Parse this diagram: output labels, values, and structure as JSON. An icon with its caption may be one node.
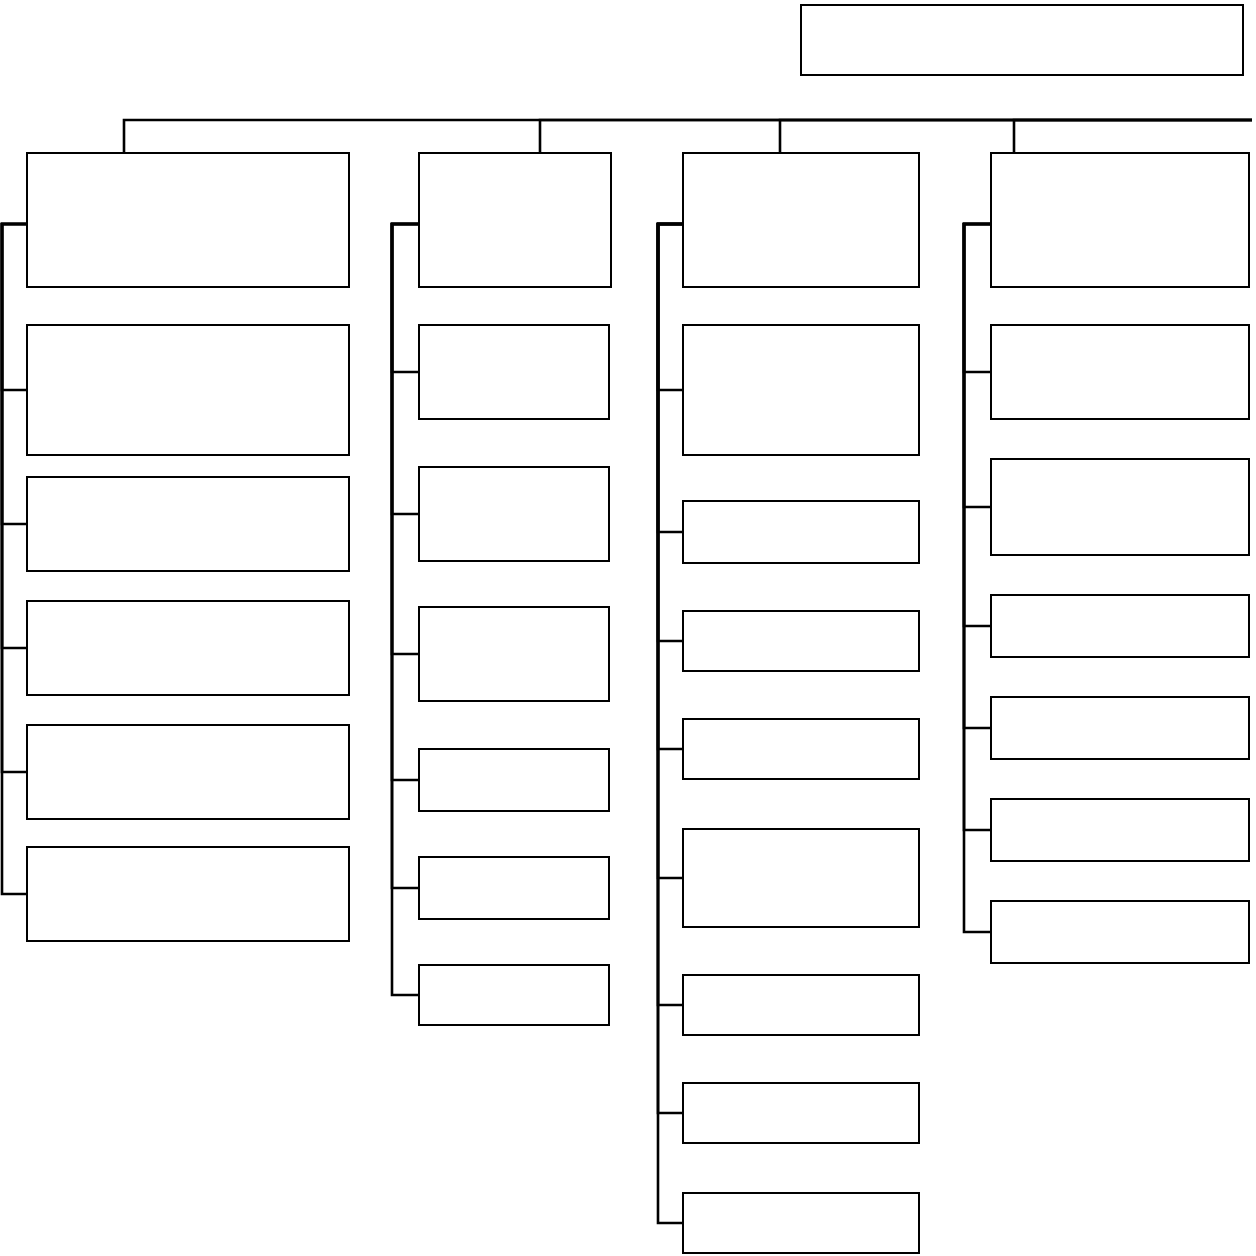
{
  "diagram": {
    "nodes": [
      {
        "text": [],
        "shape": "box"
      },
      {
        "text": [],
        "shape": "box"
      },
      {
        "text": [],
        "shape": "box"
      },
      {
        "text": [],
        "shape": "box"
      },
      {
        "text": [],
        "shape": "box"
      },
      {
        "text": [],
        "shape": "box"
      },
      {
        "text": [],
        "shape": "box"
      },
      {
        "text": [],
        "shape": "box"
      },
      {
        "text": [],
        "shape": "box"
      },
      {
        "text": [],
        "shape": "box"
      },
      {
        "text": [],
        "shape": "box"
      },
      {
        "text": [],
        "shape": "box"
      },
      {
        "text": [],
        "shape": "box"
      },
      {
        "text": [],
        "shape": "box"
      },
      {
        "text": [],
        "shape": "box"
      },
      {
        "text": [],
        "shape": "box"
      },
      {
        "text": [],
        "shape": "box"
      },
      {
        "text": [],
        "shape": "box"
      },
      {
        "text": [],
        "shape": "box"
      },
      {
        "text": [],
        "shape": "box"
      },
      {
        "text": [],
        "shape": "box"
      },
      {
        "text": [],
        "shape": "box"
      },
      {
        "text": [],
        "shape": "box"
      },
      {
        "text": [],
        "shape": "box"
      },
      {
        "text": [],
        "shape": "box"
      },
      {
        "text": [],
        "shape": "box"
      },
      {
        "text": [],
        "shape": "box"
      },
      {
        "text": [],
        "shape": "box"
      },
      {
        "text": [],
        "shape": "box"
      },
      {
        "text": [],
        "shape": "box"
      }
    ],
    "edges": [
      {
        "from": null,
        "to": 1,
        "arrow": "none"
      },
      {
        "from": null,
        "to": 7,
        "arrow": "none"
      },
      {
        "from": null,
        "to": 14,
        "arrow": "none"
      },
      {
        "from": null,
        "to": 23,
        "arrow": "none"
      },
      {
        "from": 1,
        "to": 2,
        "arrow": "none"
      },
      {
        "from": 1,
        "to": 3,
        "arrow": "none"
      },
      {
        "from": 1,
        "to": 4,
        "arrow": "none"
      },
      {
        "from": 1,
        "to": 5,
        "arrow": "none"
      },
      {
        "from": 1,
        "to": 6,
        "arrow": "none"
      },
      {
        "from": 7,
        "to": 8,
        "arrow": "none"
      },
      {
        "from": 7,
        "to": 9,
        "arrow": "none"
      },
      {
        "from": 7,
        "to": 10,
        "arrow": "none"
      },
      {
        "from": 7,
        "to": 11,
        "arrow": "none"
      },
      {
        "from": 7,
        "to": 12,
        "arrow": "none"
      },
      {
        "from": 7,
        "to": 13,
        "arrow": "none"
      },
      {
        "from": 14,
        "to": 15,
        "arrow": "none"
      },
      {
        "from": 14,
        "to": 16,
        "arrow": "none"
      },
      {
        "from": 14,
        "to": 17,
        "arrow": "none"
      },
      {
        "from": 14,
        "to": 18,
        "arrow": "none"
      },
      {
        "from": 14,
        "to": 19,
        "arrow": "none"
      },
      {
        "from": 14,
        "to": 20,
        "arrow": "none"
      },
      {
        "from": 14,
        "to": 21,
        "arrow": "none"
      },
      {
        "from": 14,
        "to": 22,
        "arrow": "none"
      },
      {
        "from": 23,
        "to": 24,
        "arrow": "none"
      },
      {
        "from": 23,
        "to": 25,
        "arrow": "none"
      },
      {
        "from": 23,
        "to": 26,
        "arrow": "none"
      },
      {
        "from": 23,
        "to": 27,
        "arrow": "none"
      },
      {
        "from": 23,
        "to": 28,
        "arrow": "none"
      },
      {
        "from": 23,
        "to": 29,
        "arrow": "none"
      }
    ]
  }
}
